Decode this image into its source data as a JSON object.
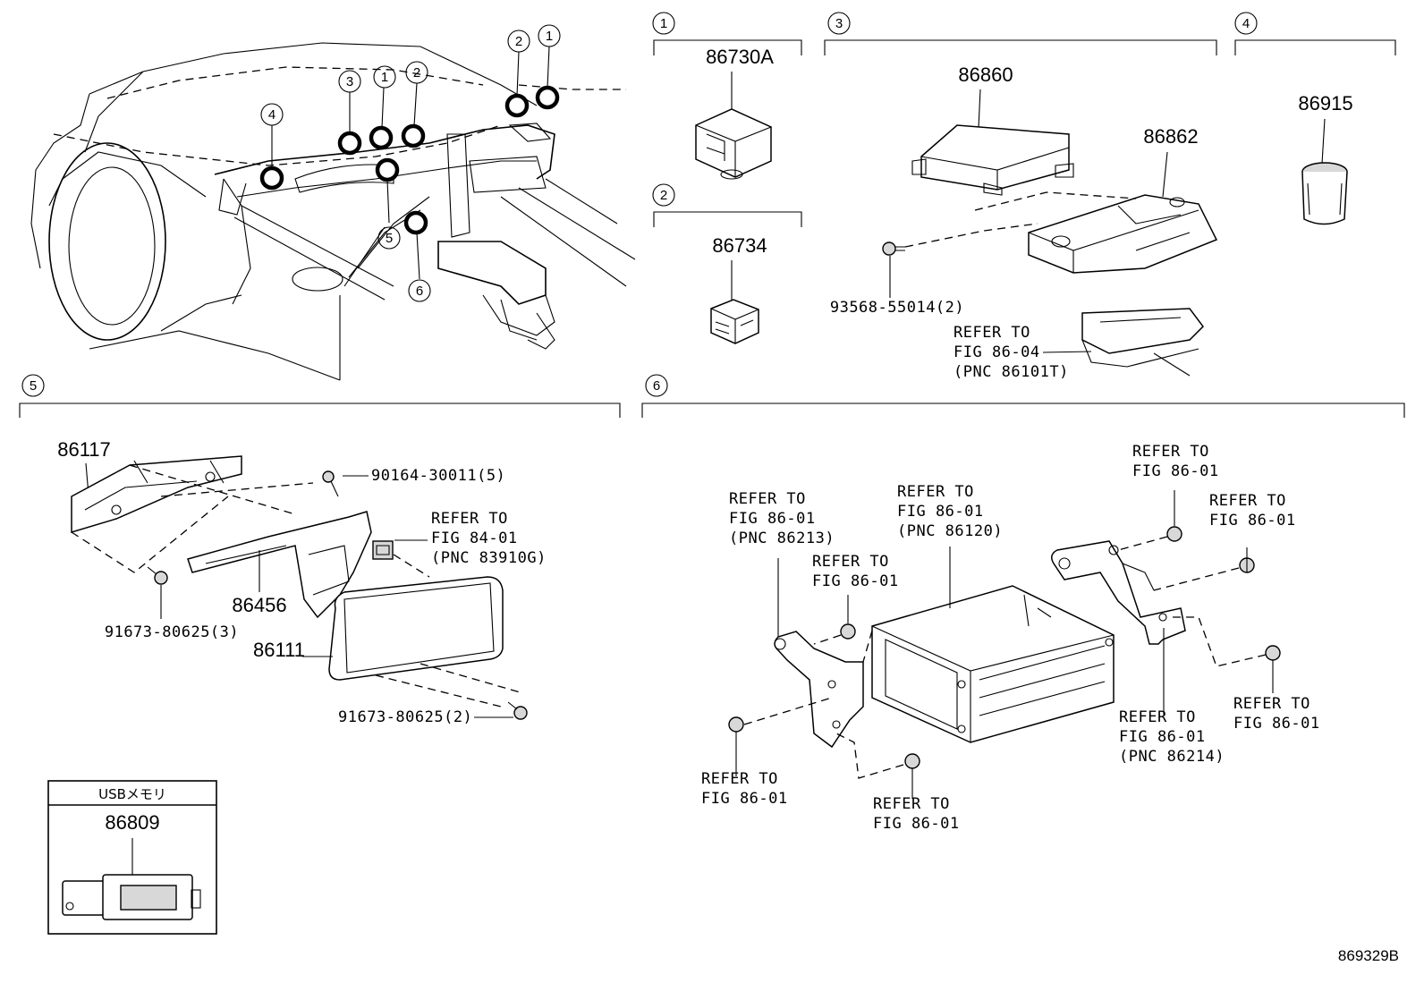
{
  "section_numbers": [
    "1",
    "2",
    "3",
    "4",
    "5",
    "6"
  ],
  "overview_callouts": [
    "1",
    "2",
    "3",
    "1",
    "2",
    "4",
    "5",
    "6"
  ],
  "parts": {
    "p86730A": "86730A",
    "p86734": "86734",
    "p86860": "86860",
    "p86862": "86862",
    "p86915": "86915",
    "p93568": "93568-55014(2)",
    "p86117": "86117",
    "p86456": "86456",
    "p86111": "86111",
    "p90164": "90164-30011(5)",
    "p91673a": "91673-80625(3)",
    "p91673b": "91673-80625(2)",
    "p86809": "86809"
  },
  "refs": {
    "r3_l1": "REFER TO",
    "r3_l2": "FIG 86-04",
    "r3_l3": "(PNC 86101T)",
    "r5_l1": "REFER TO",
    "r5_l2": "FIG 84-01",
    "r5_l3": "(PNC 83910G)",
    "r6a_l1": "REFER TO",
    "r6a_l2": "FIG 86-01",
    "r6a_l3": "(PNC 86213)",
    "r6b_l1": "REFER TO",
    "r6b_l2": "FIG 86-01",
    "r6c_l1": "REFER TO",
    "r6c_l2": "FIG 86-01",
    "r6c_l3": "(PNC 86120)",
    "r6d_l1": "REFER TO",
    "r6d_l2": "FIG 86-01",
    "r6e_l1": "REFER TO",
    "r6e_l2": "FIG 86-01",
    "r6f_l1": "REFER TO",
    "r6f_l2": "FIG 86-01",
    "r6g_l1": "REFER TO",
    "r6g_l2": "FIG 86-01",
    "r6g_l3": "(PNC 86214)",
    "r6h_l1": "REFER TO",
    "r6h_l2": "FIG 86-01",
    "r6i_l1": "REFER TO",
    "r6i_l2": "FIG 86-01"
  },
  "usb_box_title": "USBメモリ",
  "figure_id": "869329B"
}
